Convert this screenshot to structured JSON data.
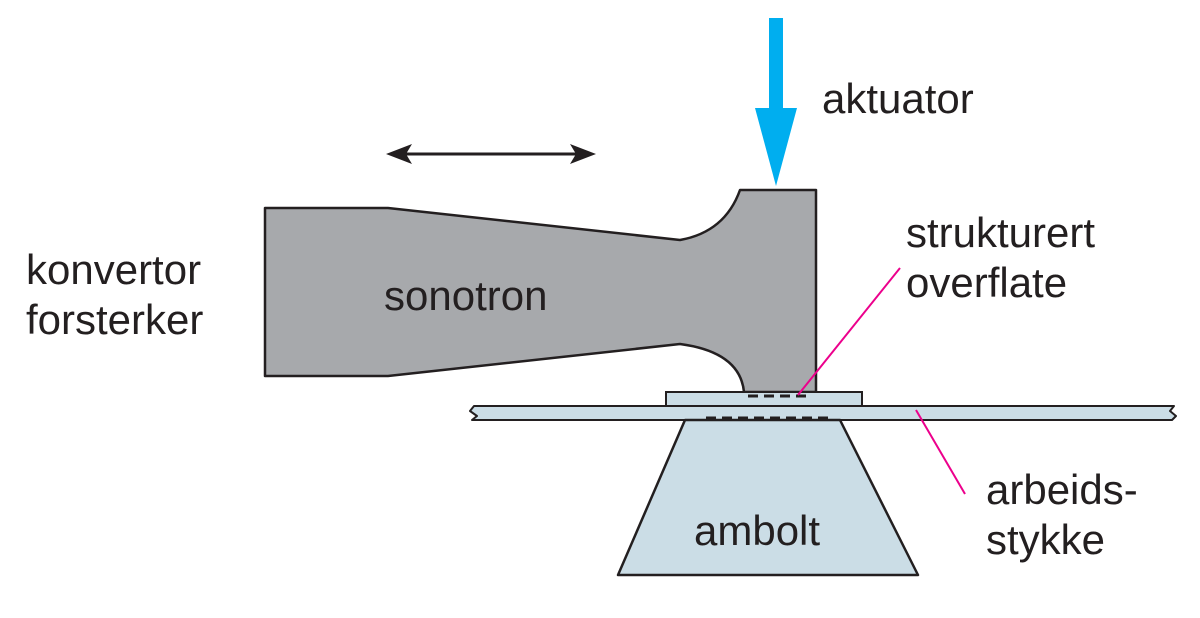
{
  "labels": {
    "actuator": "aktuator",
    "converter_line1": "konvertor",
    "converter_line2": "forsterker",
    "sonotrode": "sonotron",
    "structured_surface_line1": "strukturert",
    "structured_surface_line2": "overflate",
    "workpiece_line1": "arbeids-",
    "workpiece_line2": "stykke",
    "anvil": "ambolt"
  },
  "colors": {
    "sonotrode_fill": "#a7a9ac",
    "anvil_fill": "#cbdde6",
    "workpiece_fill": "#cbdde6",
    "actuator_arrow": "#00aeef",
    "leader_lines": "#ec008c",
    "outline": "#231f20",
    "text": "#231f20"
  },
  "icons": {
    "actuator_arrow": "arrow-down-icon",
    "vibration_arrow": "double-arrow-horizontal-icon"
  }
}
